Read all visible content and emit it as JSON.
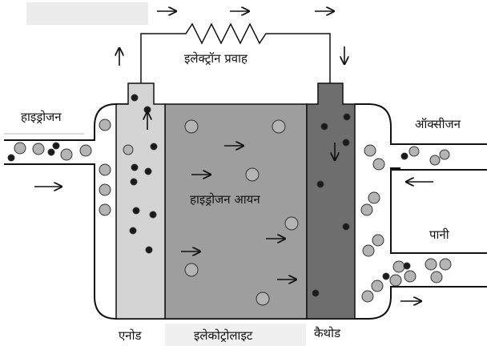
{
  "labels": {
    "electron_flow": "इलेक्ट्रॉन प्रवाह",
    "hydrogen_in": "हाइड्रोजन",
    "oxygen_in": "ऑक्सीजन",
    "water_out": "पानी",
    "hydrogen_ions": "हाइड्रोजन आयन",
    "anode": "एनोड",
    "electrolyte": "इलेकोट्रोलाइट",
    "cathode": "कैथोड"
  },
  "colors": {
    "outline": "#111111",
    "anode_fill": "#d4d4d4",
    "electrolyte_fill": "#9e9e9e",
    "cathode_fill": "#6e6e6e",
    "particle_fill": "#b4b4b4",
    "dot_fill": "#1a1a1a"
  }
}
